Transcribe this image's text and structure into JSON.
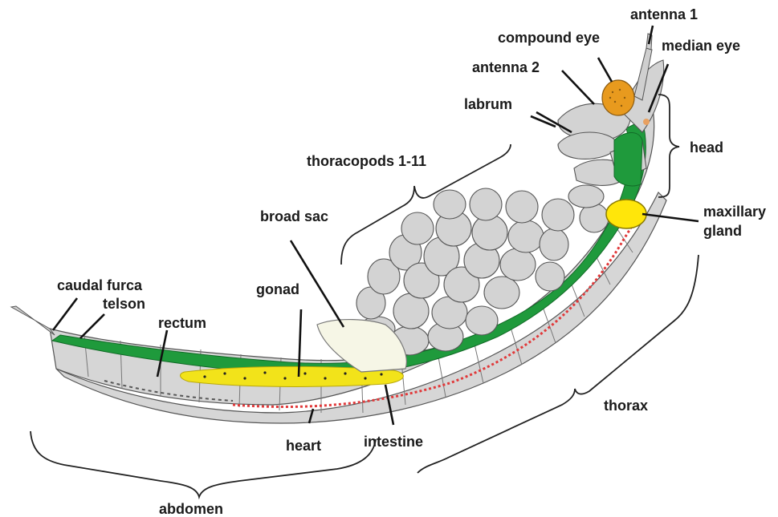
{
  "labels": {
    "antenna1": "antenna 1",
    "compound_eye": "compound eye",
    "median_eye": "median eye",
    "antenna2": "antenna 2",
    "labrum": "labrum",
    "head": "head",
    "thoracopods": "thoracopods 1-11",
    "maxillary_gland_1": "maxillary",
    "maxillary_gland_2": "gland",
    "broad_sac": "broad sac",
    "caudal_furca": "caudal furca",
    "telson": "telson",
    "gonad": "gonad",
    "rectum": "rectum",
    "thorax": "thorax",
    "heart": "heart",
    "intestine": "intestine",
    "abdomen": "abdomen"
  },
  "colors": {
    "body_outline": "#d6d6d6",
    "gut": "#1f9a3c",
    "gonad": "#f2e31a",
    "heart_vessel": "#e0393a",
    "compound_eye": "#e89a1e",
    "median_eye": "#e8a060",
    "maxillary_gland": "#ffe60a",
    "brood_sac": "#f6f6e6",
    "appendages": "#d3d3d3"
  }
}
